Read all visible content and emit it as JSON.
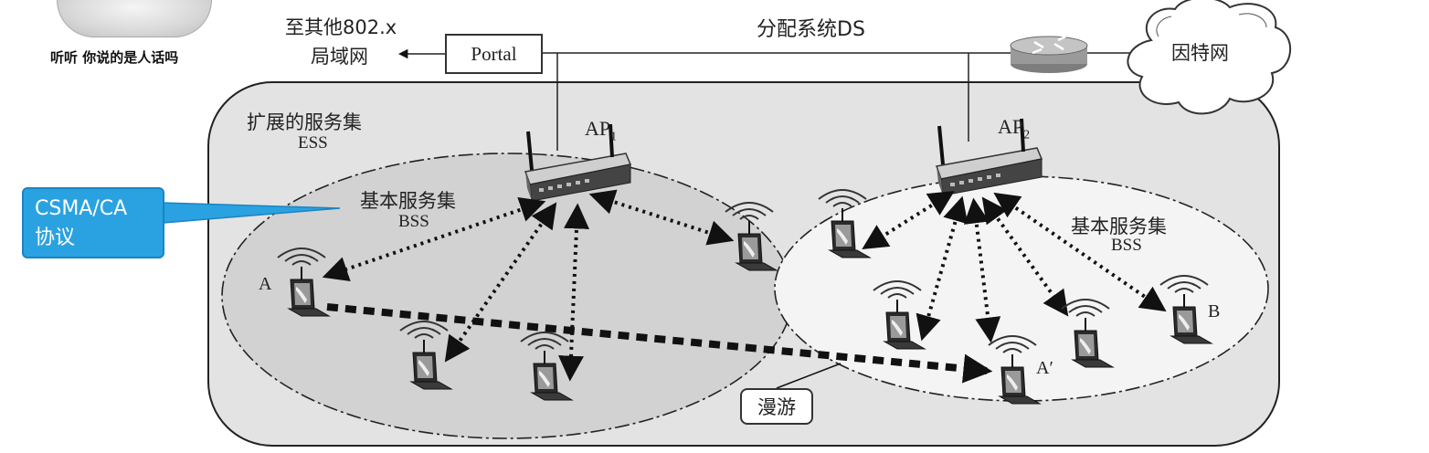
{
  "meme": {
    "caption": "听听 你说的是人话吗"
  },
  "callout": {
    "line1": "CSMA/CA",
    "line2": "协议"
  },
  "portal": {
    "label": "Portal"
  },
  "other_lan": {
    "line1": "至其他802.x",
    "line2": "局域网"
  },
  "distribution_system": {
    "label": "分配系统DS"
  },
  "internet": {
    "label": "因特网"
  },
  "ess": {
    "line1": "扩展的服务集",
    "line2": "ESS"
  },
  "bss_left": {
    "line1": "基本服务集",
    "line2": "BSS"
  },
  "bss_right": {
    "line1": "基本服务集",
    "line2": "BSS"
  },
  "ap1": {
    "name": "AP",
    "sub": "1"
  },
  "ap2": {
    "name": "AP",
    "sub": "2"
  },
  "stations": {
    "a": "A",
    "a_prime": "A′",
    "b": "B"
  },
  "roaming": {
    "label": "漫游"
  },
  "colors": {
    "callout": "#2aa2e2",
    "ess_fill": "#e3e3e3",
    "bss_left_fill": "#d2d2d2",
    "bss_right_fill": "#f4f4f4"
  }
}
